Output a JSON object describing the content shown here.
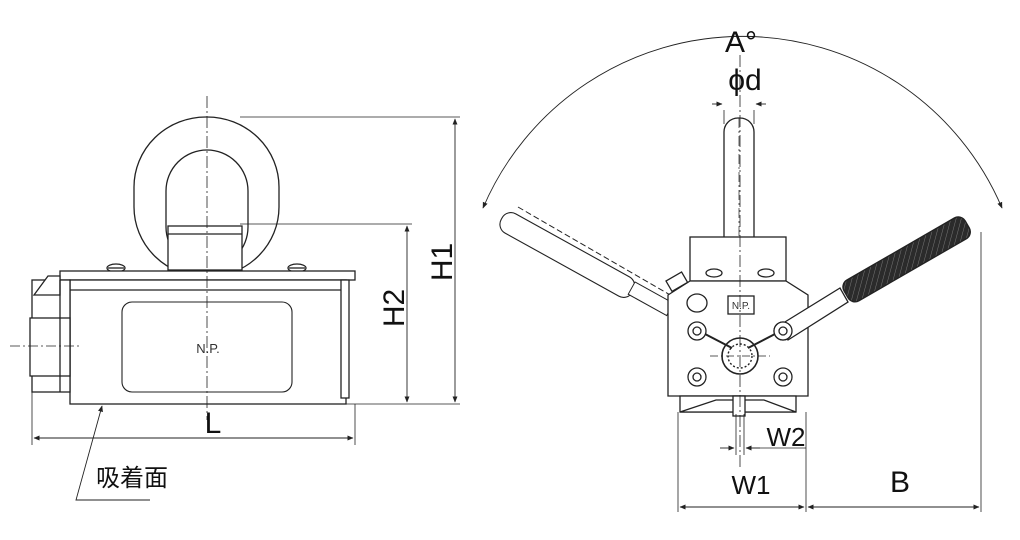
{
  "labels": {
    "l": "L",
    "h1": "H1",
    "h2": "H2",
    "surface": "吸着面",
    "np_front": "N.P.",
    "np_side": "N.P.",
    "angle": "A°",
    "phi_d": "ϕd",
    "w1": "W1",
    "w2": "W2",
    "b": "B"
  }
}
